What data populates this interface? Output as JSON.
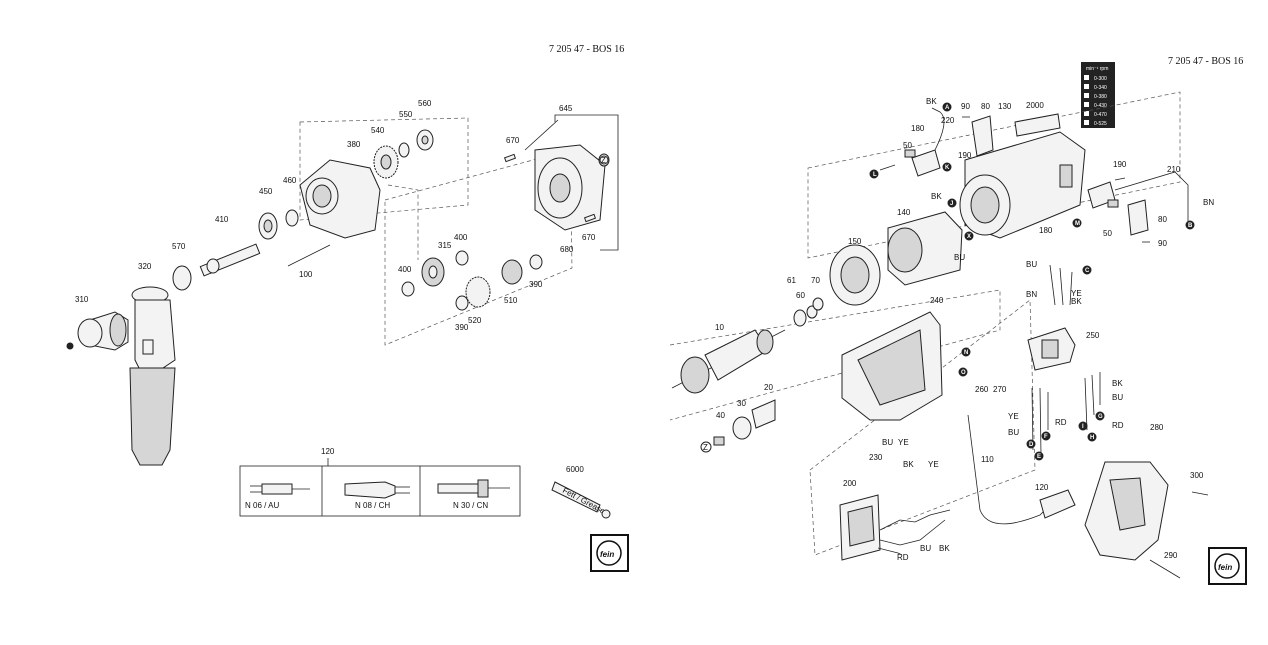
{
  "left_sheet": {
    "header": "7 205 47 - BOS 16",
    "part_labels": {
      "p645": "645",
      "p670a": "670",
      "p560": "560",
      "p550": "550",
      "p540": "540",
      "p380": "380",
      "p460": "460",
      "p450": "450",
      "p410": "410",
      "p570": "570",
      "p320": "320",
      "p310": "310",
      "p100": "100",
      "p400a": "400",
      "p315": "315",
      "p400b": "400",
      "p520": "520",
      "p390a": "390",
      "p510": "510",
      "p390b": "390",
      "p680": "680",
      "p670b": "670",
      "p6000": "6000",
      "p120": "120"
    },
    "plug_labels": {
      "n06": "N 06 / AU",
      "n08": "N 08 / CH",
      "n30": "N 30 / CN"
    },
    "z_marker": "Z",
    "tube_text": "Fett / Grease",
    "logo_text": "fein"
  },
  "right_sheet": {
    "header": "7 205 47 - BOS 16",
    "speed_table": {
      "title": "min⁻¹ rpm",
      "rows": [
        "0-300",
        "0-340",
        "0-380",
        "0-430",
        "0-470",
        "0-525"
      ]
    },
    "part_labels": {
      "p90a": "90",
      "p80a": "80",
      "p130": "130",
      "p2000": "2000",
      "p220": "220",
      "p180a": "180",
      "p50a": "50",
      "p190a": "190",
      "p190b": "190",
      "p210": "210",
      "p80b": "80",
      "p90b": "90",
      "p180b": "180",
      "p50b": "50",
      "p140": "140",
      "p150": "150",
      "p61": "61",
      "p60": "60",
      "p70": "70",
      "p10": "10",
      "p40": "40",
      "p30": "30",
      "p20": "20",
      "p240": "240",
      "p250": "250",
      "p260": "260",
      "p270": "270",
      "p110": "110",
      "p120": "120",
      "p230": "230",
      "p200": "200",
      "p280": "280",
      "p300": "300",
      "p290": "290"
    },
    "wire_labels": {
      "bk1": "BK",
      "bn1": "BN",
      "bk2": "BK",
      "bu1": "BU",
      "bu2": "BU",
      "bn2": "BN",
      "ye1": "YE",
      "bk3": "BK",
      "bk4": "BK",
      "bu3": "BU",
      "ye2": "YE",
      "rd1": "RD",
      "bu4": "BU",
      "rd2": "RD",
      "bu5": "BU",
      "ye3": "YE",
      "bk5": "BK",
      "ye4": "YE",
      "bu6": "BU",
      "bk6": "BK",
      "rd3": "RD"
    },
    "markers": {
      "A": "A",
      "B": "B",
      "C": "C",
      "D": "D",
      "E": "E",
      "F": "F",
      "G": "G",
      "H": "H",
      "I": "I",
      "J": "J",
      "K": "K",
      "L": "L",
      "M": "M",
      "N": "N",
      "O": "O",
      "X": "X",
      "Z": "Z"
    },
    "logo_text": "fein"
  },
  "colors": {
    "line": "#222222",
    "fill": "#f3f3f3",
    "dark": "#222222"
  }
}
